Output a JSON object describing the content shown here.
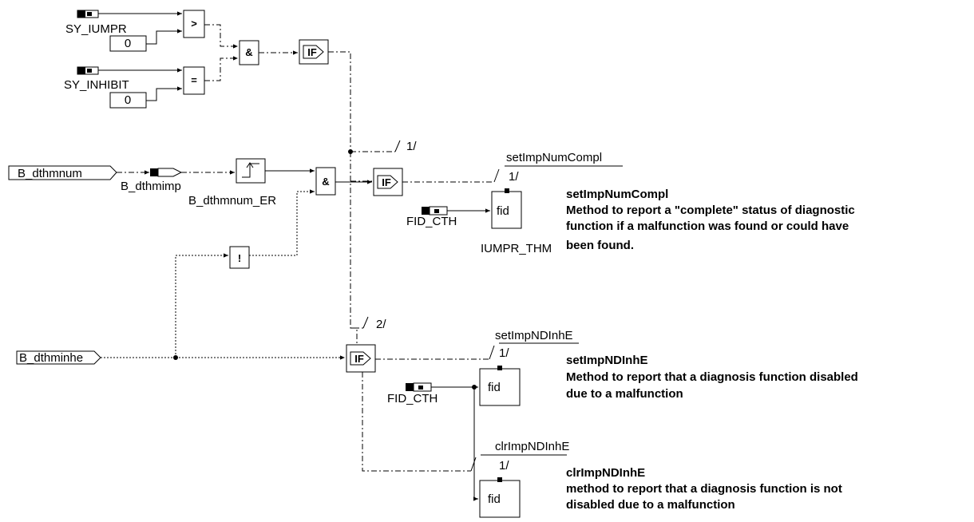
{
  "inputs": {
    "sy_iumpr": "SY_IUMPR",
    "sy_inhibit": "SY_INHIBIT",
    "const_iumpr": "0",
    "const_inhibit": "0",
    "b_dthmnum": "B_dthmnum",
    "b_dthminhe": "B_dthminhe",
    "fid_cth_1": "FID_CTH",
    "fid_cth_2": "FID_CTH"
  },
  "operators": {
    "gt": ">",
    "eq": "=",
    "and1": "&",
    "and2": "&",
    "not": "!",
    "if1": "IF",
    "if2": "IF",
    "if3": "IF"
  },
  "signals": {
    "b_dthmimp": "B_dthmimp",
    "b_dthmnum_er": "B_dthmnum_ER",
    "branch1": "1/",
    "branch2": "2/",
    "set_num_compl_wire": "setImpNumCompl",
    "set_num_compl_idx": "1/",
    "set_nd_inhe_wire": "setImpNDInhE",
    "set_nd_inhe_idx": "1/",
    "clr_nd_inhe_wire": "clrImpNDInhE",
    "clr_nd_inhe_idx": "1/",
    "iumpr_thm": "IUMPR_THM"
  },
  "methods": {
    "fid1": "fid",
    "fid2": "fid",
    "fid3": "fid"
  },
  "descriptions": {
    "set_num_compl": {
      "title": "setImpNumCompl",
      "line1": "Method to report a \"complete\" status of diagnostic",
      "line2": "function if a malfunction was found or could have",
      "line3": "been found."
    },
    "set_nd_inhe": {
      "title": "setImpNDInhE",
      "line1": "Method to report that a diagnosis function disabled",
      "line2": "due to a malfunction"
    },
    "clr_nd_inhe": {
      "title": "clrImpNDInhE",
      "line1": "method to report that a diagnosis function is not",
      "line2": "disabled due to a malfunction"
    }
  }
}
